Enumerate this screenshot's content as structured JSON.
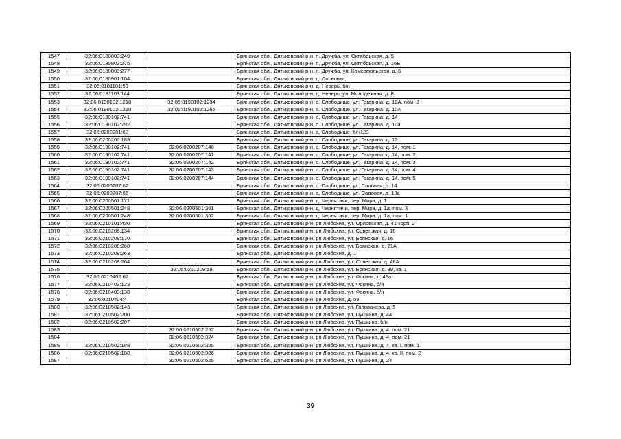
{
  "page": {
    "number": "39"
  },
  "rows": [
    {
      "n": "1547",
      "cad": "32:06:0180803:249",
      "cad2": "",
      "addr": "Брянская обл., Дятьковский р-н, п. Дружба, ул. Октябрьская, д. 5"
    },
    {
      "n": "1548",
      "cad": "32:06:0180803:275",
      "cad2": "",
      "addr": "Брянская обл., Дятьковский р-н, п. Дружба, ул. Октябрьская, д. 16Б"
    },
    {
      "n": "1549",
      "cad": "32:06:0180803:277",
      "cad2": "",
      "addr": "Брянская обл., Дятьковский р-н, п. Дружба, ул. Комсомольская, д. 6"
    },
    {
      "n": "1550",
      "cad": "32:06:0180901:104",
      "cad2": "",
      "addr": "Брянская обл., Дятьковский р-н, д. Сосновка,"
    },
    {
      "n": "1551",
      "cad": "32:06:0181101:53",
      "cad2": "",
      "addr": "Брянская обл., Дятьковский р-н, д. Неверь, б/н"
    },
    {
      "n": "1552",
      "cad": "32:06:0181103:144",
      "cad2": "",
      "addr": "Брянская обл., Дятьковский р-н, д. Неверь, ул. Молодежная, д. 8"
    },
    {
      "n": "1553",
      "cad": "32:06:0190102:1210",
      "cad2": "32:06:0190102:1234",
      "addr": "Брянская обл., Дятьковский р-н, с. Слободище, ул. Гагарина, д. 10А, пом. 2"
    },
    {
      "n": "1554",
      "cad": "32:06:0190102:1210",
      "cad2": "32:06:0190102:1265",
      "addr": "Брянская обл., Дятьковский р-н, с. Слободище, ул. Гагарина, д. 10А"
    },
    {
      "n": "1555",
      "cad": "32:06:0190102:741",
      "cad2": "",
      "addr": "Брянская обл., Дятьковский р-н, с. Слободище, ул. Гагарина, д. 14"
    },
    {
      "n": "1556",
      "cad": "32:06:0190102:792",
      "cad2": "",
      "addr": "Брянская обл., Дятьковский р-н, с. Слободище, ул. Гагарина, д. 10а"
    },
    {
      "n": "1557",
      "cad": "32:06:0200201:60",
      "cad2": "",
      "addr": "Брянская обл., Дятьковский р-н, с. Слободище, б/н123"
    },
    {
      "n": "1558",
      "cad": "32:06:0200206:189",
      "cad2": "",
      "addr": "Брянская обл., Дятьковский р-н, с. Слободище, ул. Гагарина, д. 12"
    },
    {
      "n": "1559",
      "cad": "32:06:0190102:741",
      "cad2": "32:06:0200207:140",
      "addr": "Брянская обл., Дятьковский р-н, с. Слободище, ул. Гагарина, д. 14, пом. 1"
    },
    {
      "n": "1560",
      "cad": "32:06:0190102:741",
      "cad2": "32:06:0200207:141",
      "addr": "Брянская обл., Дятьковский р-н, с. Слободище, ул. Гагарина, д. 14, пом. 2"
    },
    {
      "n": "1561",
      "cad": "32:06:0190102:741",
      "cad2": "32:06:0200207:142",
      "addr": "Брянская обл., Дятьковский р-н, с. Слободище, ул. Гагарина, д. 14, пом. 3"
    },
    {
      "n": "1562",
      "cad": "32:06:0190102:741",
      "cad2": "32:06:0200207:143",
      "addr": "Брянская обл., Дятьковский р-н, с. Слободище, ул. Гагарина, д. 14, пом. 4"
    },
    {
      "n": "1563",
      "cad": "32:06:0190102:741",
      "cad2": "32:06:0200207:144",
      "addr": "Брянская обл., Дятьковский р-н, с. Слободище, ул. Гагарина, д. 14, пом. 5"
    },
    {
      "n": "1564",
      "cad": "32:06:0200207:62",
      "cad2": "",
      "addr": "Брянская обл., Дятьковский р-н, с. Слободище, ул. Садовая, д. 14"
    },
    {
      "n": "1565",
      "cad": "32:06:0200207:66",
      "cad2": "",
      "addr": "Брянская обл., Дятьковский р-н, с. Слободище, ул. Садовая, д. 13а"
    },
    {
      "n": "1566",
      "cad": "32:06:0200501:171",
      "cad2": "",
      "addr": "Брянская обл., Дятьковский р-н, д. Чернятичи, пер. Мира, д. 1"
    },
    {
      "n": "1567",
      "cad": "32:06:0200501:248",
      "cad2": "32:06:0200501:361",
      "addr": "Брянская обл., Дятьковский р-н, д. Чернятичи, пер. Мира, д. 1а, пом. 3"
    },
    {
      "n": "1568",
      "cad": "32:06:0200501:248",
      "cad2": "32:06:0200501:362",
      "addr": "Брянская обл., Дятьковский р-н, д. Чернятичи, пер. Мира, д. 1а, пом. 1"
    },
    {
      "n": "1569",
      "cad": "32:06:0210101:430",
      "cad2": "",
      "addr": "Брянская обл., Дятьковский р-н, рп Любохна, ул. Орловская, д. 41 корп. 2"
    },
    {
      "n": "1570",
      "cad": "32:06:0210208:134",
      "cad2": "",
      "addr": "Брянская обл., Дятьковский р-н, рп Любохна, ул. Советская, д. 16"
    },
    {
      "n": "1571",
      "cad": "32:06:0210208:170",
      "cad2": "",
      "addr": "Брянская обл., Дятьковский р-н, рп Любохна, ул. Брянская, д. 16"
    },
    {
      "n": "1572",
      "cad": "32:06:0210208:260",
      "cad2": "",
      "addr": "Брянская обл., Дятьковский р-н, рп Любохна, ул. Брянская, д. 21А"
    },
    {
      "n": "1573",
      "cad": "32:06:0210208:263",
      "cad2": "",
      "addr": "Брянская обл., Дятьковский р-н, рп Любохна, д. 1"
    },
    {
      "n": "1574",
      "cad": "32:06:0210208:264",
      "cad2": "",
      "addr": "Брянская обл., Дятьковский р-н, рп Любохна, ул. Советская, д. 48А"
    },
    {
      "n": "1575",
      "cad": "",
      "cad2": "32:06:0210209:59",
      "addr": "Брянская обл., Дятьковский р-н, рп Любохна, ул. Брянская, д. 39, кв. 1"
    },
    {
      "n": "1576",
      "cad": "32:06:0210402:67",
      "cad2": "",
      "addr": "Брянская обл., Дятьковский р-н, рп Любохна, ул. Фокина, д. 41а"
    },
    {
      "n": "1577",
      "cad": "32:06:0210403:133",
      "cad2": "",
      "addr": "Брянская обл., Дятьковский р-н, рп Любохна, ул. Фокина, б/н"
    },
    {
      "n": "1578",
      "cad": "32:06:0210403:138",
      "cad2": "",
      "addr": "Брянская обл., Дятьковский р-н, рп Любохна, ул. Фокина, б/н"
    },
    {
      "n": "1579",
      "cad": "32:06:0210404:4",
      "cad2": "",
      "addr": "Брянская обл., Дятьковский р-н, рп Любохна, д. 59"
    },
    {
      "n": "1580",
      "cad": "32:06:0210502:143",
      "cad2": "",
      "addr": "Брянская обл., Дятьковский р-н, рп Любохна, ул. Головачева, д. 5"
    },
    {
      "n": "1581",
      "cad": "32:06:0210502:200",
      "cad2": "",
      "addr": "Брянская обл., Дятьковский р-н, рп Любохна, ул. Пушкина, д. 44"
    },
    {
      "n": "1582",
      "cad": "32:06:0210502:207",
      "cad2": "",
      "addr": "Брянская обл., Дятьковский р-н, рп Любохна, ул. Пушкина, б/н"
    },
    {
      "n": "1583",
      "cad": "",
      "cad2": "32:06:0210502:252",
      "addr": "Брянская обл., Дятьковский р-н, рп Любохна, ул. Пушкина, д. 4, пом. 21"
    },
    {
      "n": "1584",
      "cad": "",
      "cad2": "32:06:0210502:324",
      "addr": "Брянская обл., Дятьковский р-н, рп Любохна, ул. Пушкина, д. 4, пом. 21"
    },
    {
      "n": "1585",
      "cad": "32:06:0210502:188",
      "cad2": "32:06:0210502:325",
      "addr": "Брянская обл., Дятьковский р-н, рп Любохна, ул. Пушкина, д. 4, кв. I, пом. 1"
    },
    {
      "n": "1586",
      "cad": "32:06:0210502:188",
      "cad2": "32:06:0210502:326",
      "addr": "Брянская обл., Дятьковский р-н, рп Любохна, ул. Пушкина, д. 4, кв. II, пом. 2"
    },
    {
      "n": "1587",
      "cad": "",
      "cad2": "32:06:0210502:525",
      "addr": "Брянская обл., Дятьковский р-н, рп Любохна, ул. Пушкина, д. 24"
    }
  ]
}
